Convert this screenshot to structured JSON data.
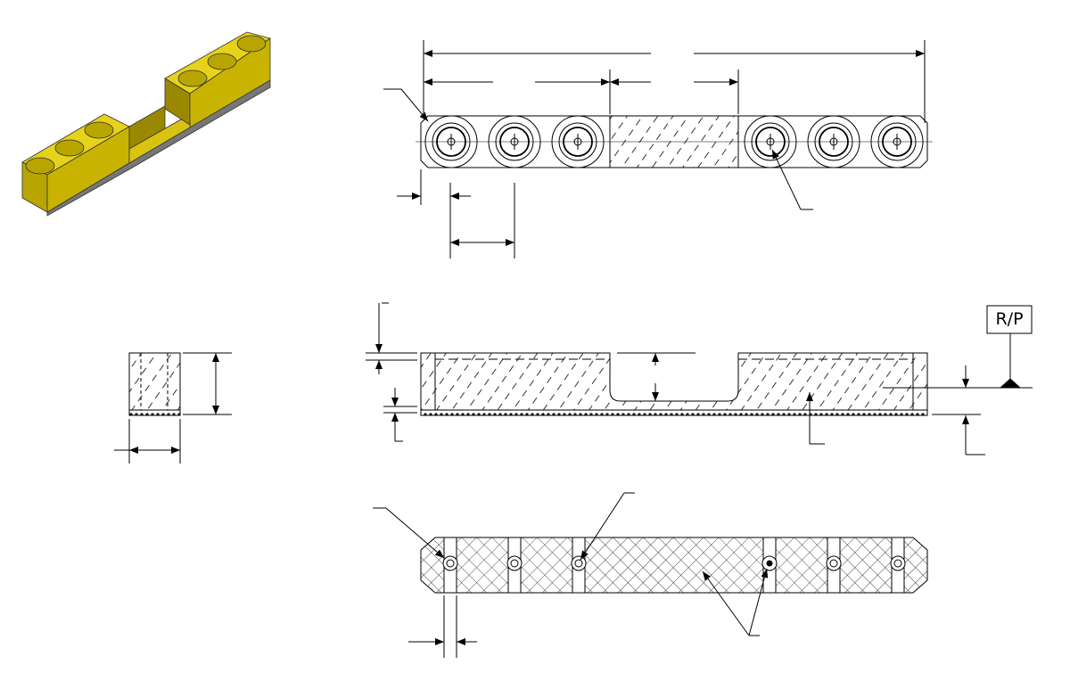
{
  "drawing": {
    "reference_symbol": {
      "label": "R/P"
    },
    "views": [
      "isometric-view",
      "top-view",
      "side-view",
      "front-view",
      "bottom-view"
    ],
    "hole_count": 6
  },
  "colors": {
    "part_fill": "#c8b400",
    "part_light": "#e6d21a",
    "part_dark": "#8f7f00",
    "line": "#000000"
  }
}
